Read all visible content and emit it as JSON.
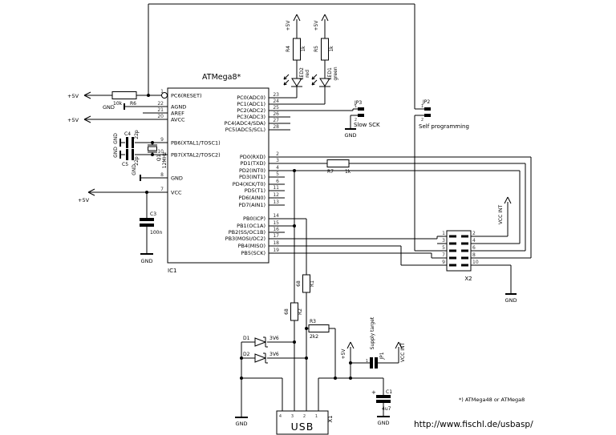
{
  "ic": {
    "title": "ATMega8*",
    "ref": "IC1",
    "left_pins": [
      {
        "num": "1",
        "label": "PC6(RESET)"
      },
      {
        "num": "22",
        "label": "AGND"
      },
      {
        "num": "21",
        "label": "AREF"
      },
      {
        "num": "20",
        "label": "AVCC"
      },
      {
        "num": "9",
        "label": "PB6(XTAL1/TOSC1)"
      },
      {
        "num": "10",
        "label": "PB7(XTAL2/TOSC2)"
      },
      {
        "num": "8",
        "label": "GND"
      },
      {
        "num": "7",
        "label": "VCC"
      }
    ],
    "pc_pins": [
      {
        "num": "23",
        "label": "PC0(ADC0)"
      },
      {
        "num": "24",
        "label": "PC1(ADC1)"
      },
      {
        "num": "25",
        "label": "PC2(ADC2)"
      },
      {
        "num": "26",
        "label": "PC3(ADC3)"
      },
      {
        "num": "27",
        "label": "PC4(ADC4/SDA)"
      },
      {
        "num": "28",
        "label": "PC5(ADC5/SCL)"
      }
    ],
    "pd_pins": [
      {
        "num": "2",
        "label": "PD0(RXD)"
      },
      {
        "num": "3",
        "label": "PD1(TXD)"
      },
      {
        "num": "4",
        "label": "PD2(INT0)"
      },
      {
        "num": "5",
        "label": "PD3(INT1)"
      },
      {
        "num": "6",
        "label": "PD4(XCK/T0)"
      },
      {
        "num": "11",
        "label": "PD5(T1)"
      },
      {
        "num": "12",
        "label": "PD6(AIN0)"
      },
      {
        "num": "13",
        "label": "PD7(AIN1)"
      }
    ],
    "pb_pins": [
      {
        "num": "14",
        "label": "PB0(ICP)"
      },
      {
        "num": "15",
        "label": "PB1(OC1A)"
      },
      {
        "num": "16",
        "label": "PB2(SS/OC1B)"
      },
      {
        "num": "17",
        "label": "PB3(MOSI/OC2)"
      },
      {
        "num": "18",
        "label": "PB4(MISO)"
      },
      {
        "num": "19",
        "label": "PB5(SCK)"
      }
    ]
  },
  "components": {
    "r1": {
      "ref": "R1",
      "value": "68"
    },
    "r2": {
      "ref": "R2",
      "value": "68"
    },
    "r3": {
      "ref": "R3",
      "value": "2k2"
    },
    "r4": {
      "ref": "R4",
      "value": "1k"
    },
    "r5": {
      "ref": "R5",
      "value": "1k"
    },
    "r6": {
      "ref": "R6",
      "value": "10k"
    },
    "r7": {
      "ref": "R7",
      "value": "1k"
    },
    "c1": {
      "ref": "C1",
      "value": "4u7",
      "plus": "+"
    },
    "c3": {
      "ref": "C3",
      "value": "100n"
    },
    "c4": {
      "ref": "C4",
      "value": "22p"
    },
    "c5": {
      "ref": "C5",
      "value": "22p"
    },
    "q1": {
      "ref": "Q1",
      "value": "12MHz"
    },
    "led1": {
      "ref": "LED1",
      "value": "green"
    },
    "led2": {
      "ref": "LED2",
      "value": "red"
    },
    "d1": {
      "ref": "D1",
      "value": "3V6"
    },
    "d2": {
      "ref": "D2",
      "value": "3V6"
    },
    "jp1": {
      "ref": "JP1",
      "value": "Supply target",
      "pin1": "1",
      "pin2": "2"
    },
    "jp2": {
      "ref": "JP2",
      "value": "Self programming",
      "pin1": "1",
      "pin2": "2"
    },
    "jp3": {
      "ref": "JP3",
      "value": "Slow SCK",
      "pin1": "1",
      "pin2": "2"
    },
    "x1": {
      "ref": "X1",
      "label": "USB",
      "pins": [
        "4",
        "3",
        "2",
        "1"
      ]
    },
    "x2": {
      "ref": "X2",
      "left_pins": [
        "1",
        "3",
        "5",
        "7",
        "9"
      ],
      "right_pins": [
        "2",
        "4",
        "6",
        "8",
        "10"
      ]
    }
  },
  "nets": {
    "v5": "+5V",
    "gnd": "GND",
    "vccint": "VCC INT"
  },
  "notes": {
    "footnote": "*) ATMega48 or ATMega8",
    "url": "http://www.fischl.de/usbasp/"
  },
  "colors": {
    "wire": "#000000",
    "background": "#ffffff"
  }
}
